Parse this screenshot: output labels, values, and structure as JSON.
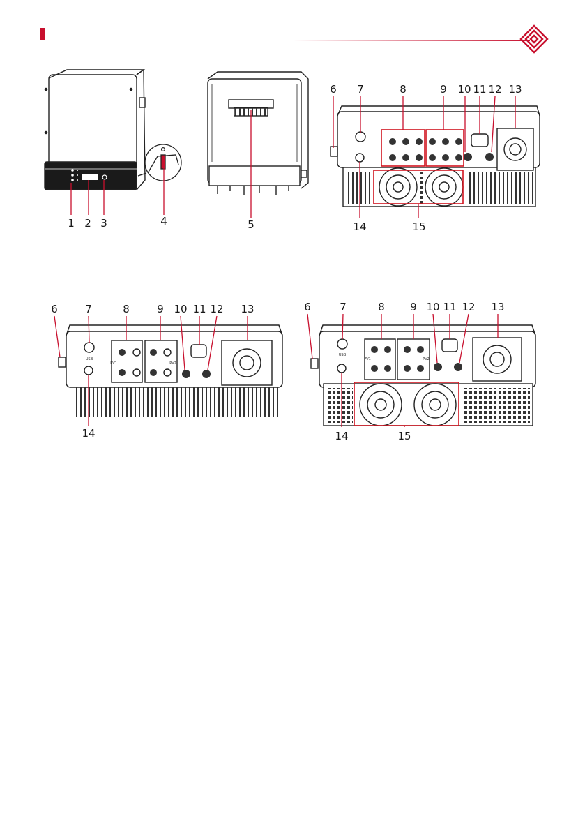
{
  "colors": {
    "accent": "#c8102e",
    "line": "#222222",
    "highlight": "#d0141f"
  },
  "header": {
    "bar_icon": "red-bar",
    "logo_icon": "diamond-logo"
  },
  "callouts": {
    "n1": "1",
    "n2": "2",
    "n3": "3",
    "n4": "4",
    "n5": "5",
    "n6": "6",
    "n7": "7",
    "n8": "8",
    "n9": "9",
    "n10": "10",
    "n11": "11",
    "n12": "12",
    "n13": "13",
    "n14": "14",
    "n15": "15"
  },
  "panel_text": {
    "pv1": "PV1",
    "pv2": "PV2",
    "usb": "USB"
  }
}
